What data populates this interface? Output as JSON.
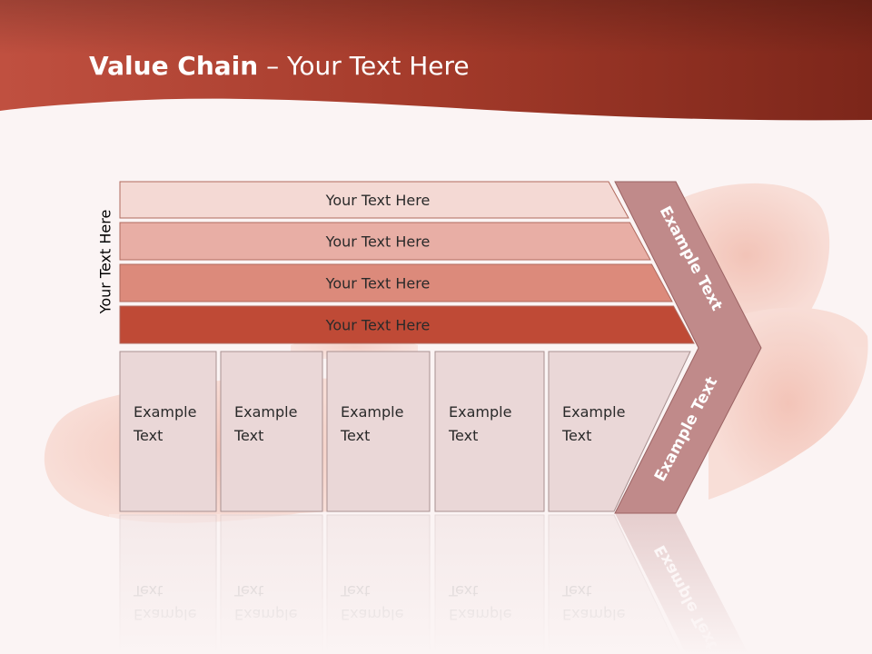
{
  "title": {
    "bold": "Value Chain",
    "rest": " – Your Text Here"
  },
  "side_label": "Your Text Here",
  "bars": [
    {
      "label": "Your Text Here",
      "color": "#f4d9d4"
    },
    {
      "label": "Your Text Here",
      "color": "#e8aea5"
    },
    {
      "label": "Your Text Here",
      "color": "#dc8a7b"
    },
    {
      "label": "Your Text Here",
      "color": "#bf4a36"
    }
  ],
  "columns": [
    {
      "line1": "Example",
      "line2": "Text"
    },
    {
      "line1": "Example",
      "line2": "Text"
    },
    {
      "line1": "Example",
      "line2": "Text"
    },
    {
      "line1": "Example",
      "line2": "Text"
    },
    {
      "line1": "Example",
      "line2": "Text"
    }
  ],
  "chevron": {
    "upper_label": "Example Text",
    "lower_label": "Example Text",
    "color": "#c08a8a"
  },
  "colors": {
    "header": "#a33a2a",
    "header_dark": "#6e2016",
    "box_fill": "#ead7d7",
    "background": "#fbf4f4"
  }
}
